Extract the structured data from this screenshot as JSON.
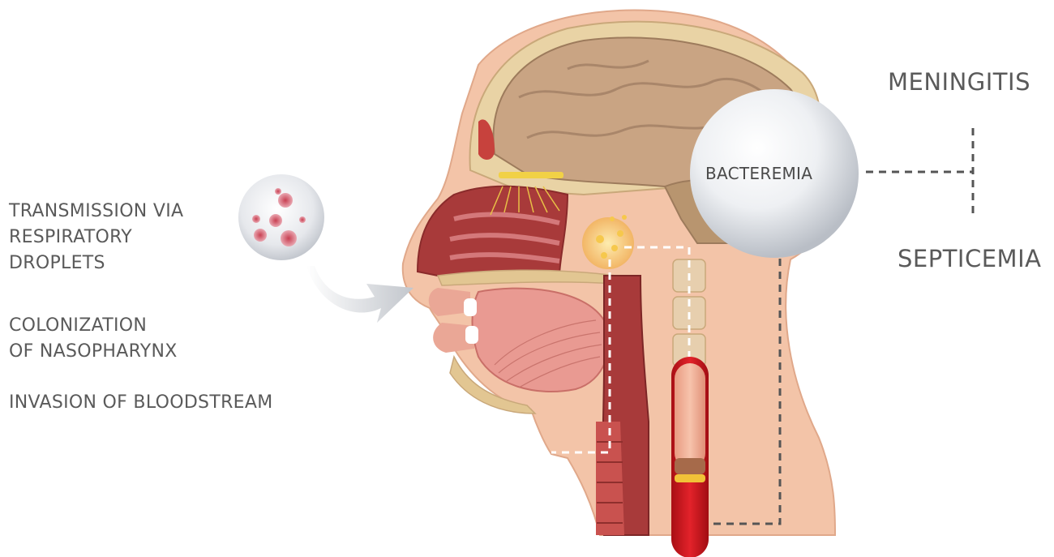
{
  "labels": {
    "step_transmission": "TRANSMISSION VIA\nRESPIRATORY\nDROPLETS",
    "step_colonization": "COLONIZATION\nOF NASOPHARYNX",
    "step_invasion": "INVASION OF BLOODSTREAM",
    "bacteremia": "BACTEREMIA",
    "meningitis": "MENINGITIS",
    "septicemia": "SEPTICEMIA"
  },
  "colors": {
    "text": "#5a5a5a",
    "skin": "#f3c4a8",
    "brain": "#c9a483",
    "tissue_red": "#b3403f",
    "blood_red": "#d1151b",
    "dash": "#555555"
  }
}
